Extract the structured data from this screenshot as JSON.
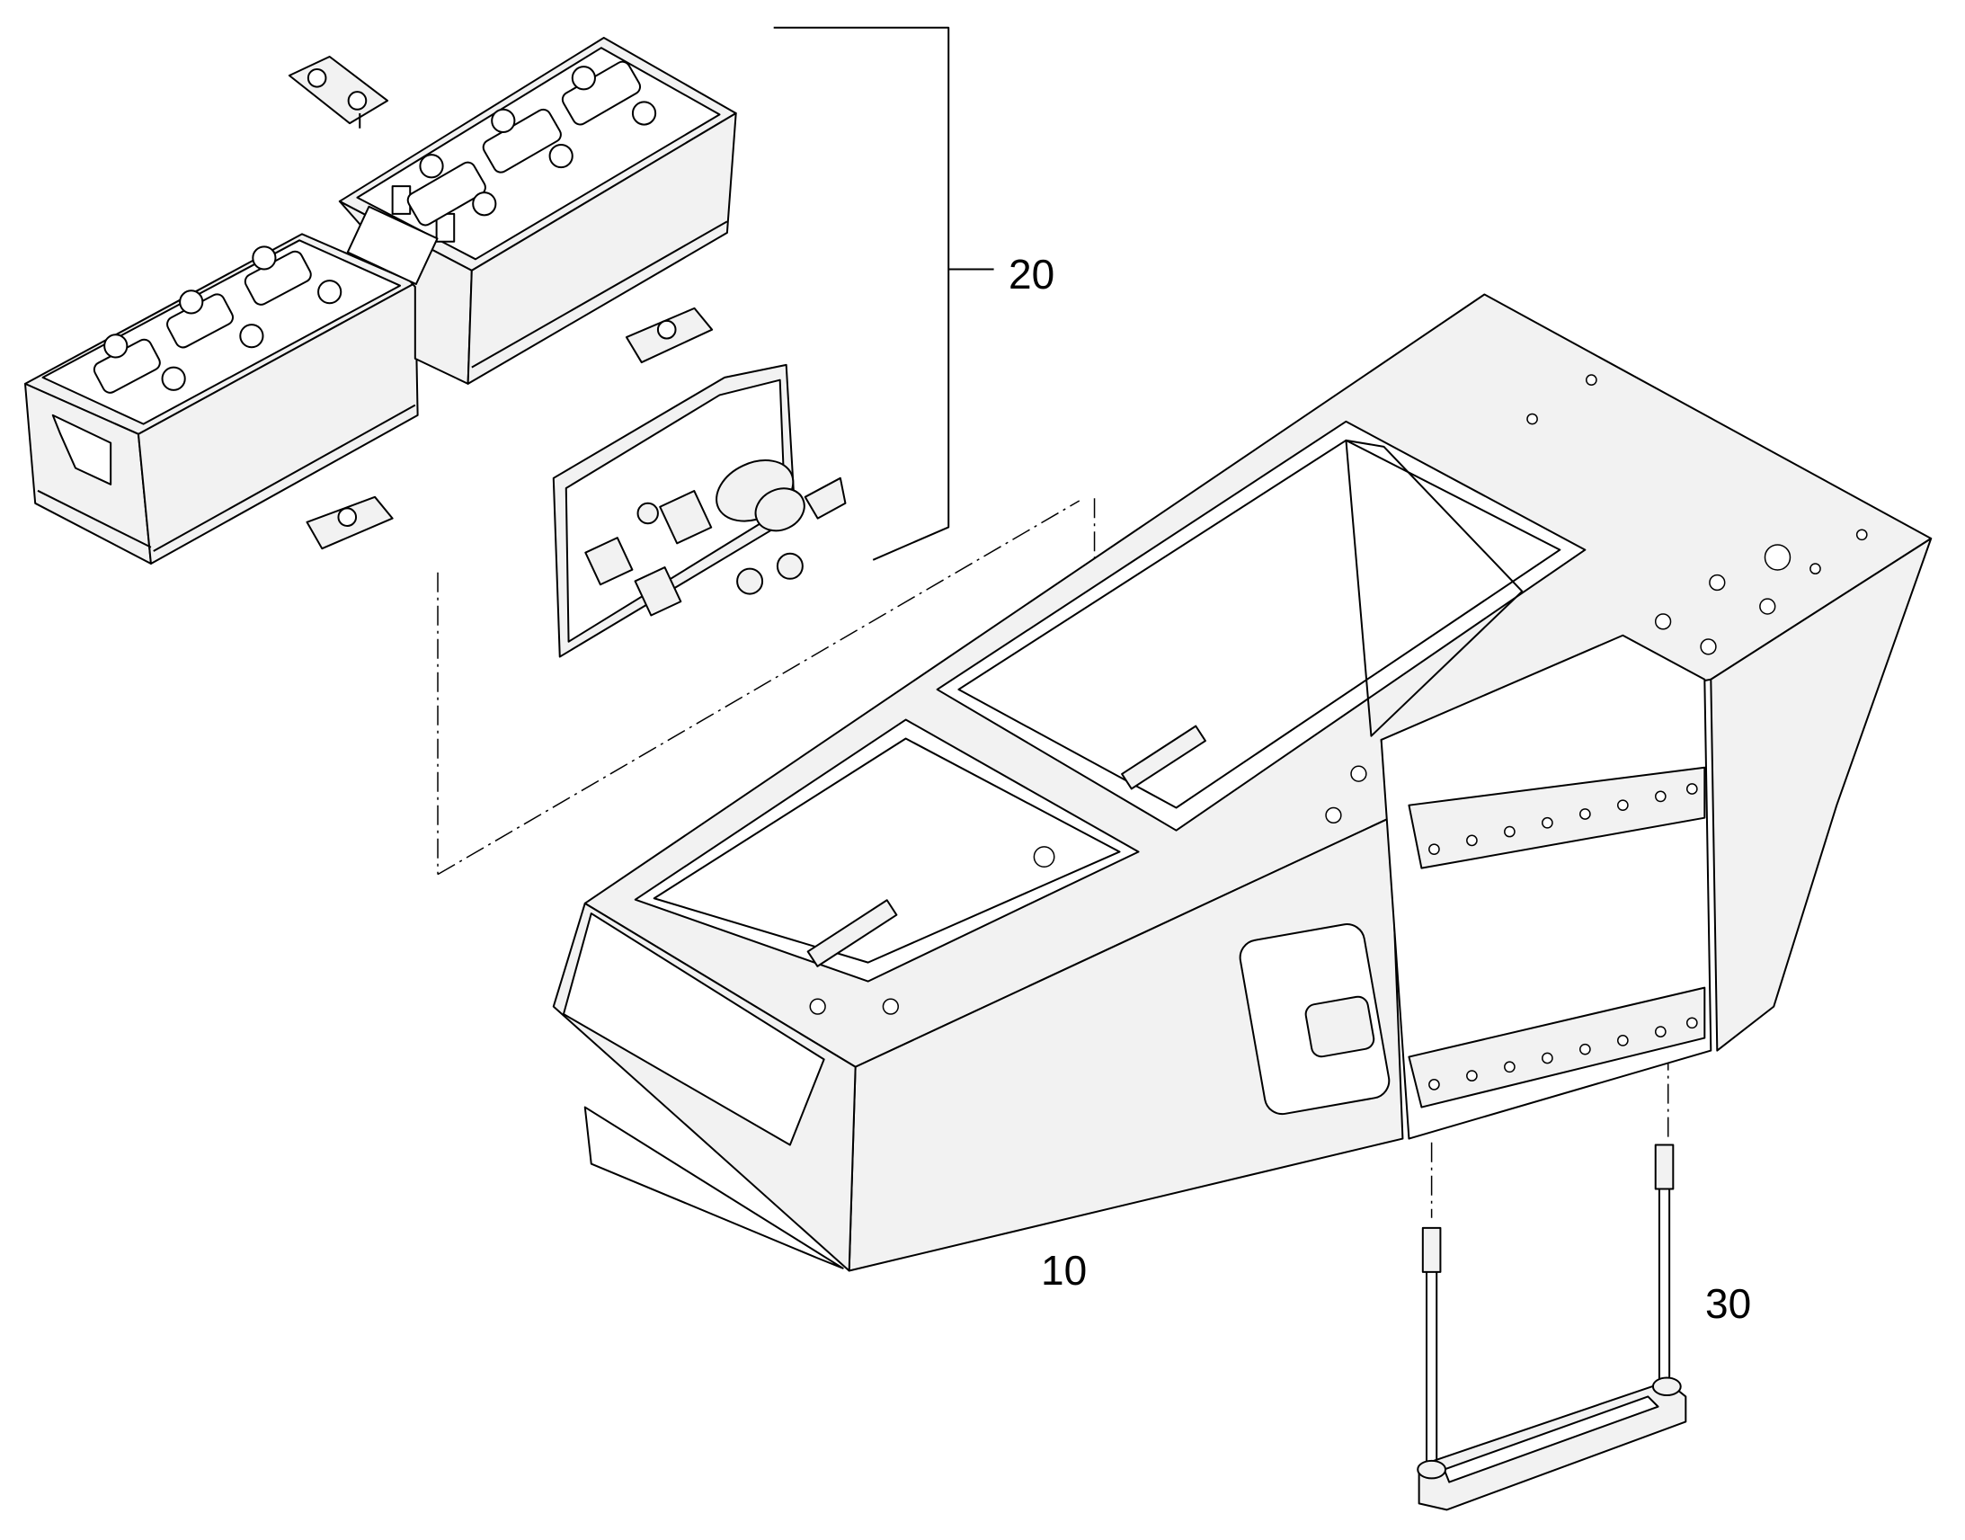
{
  "callouts": {
    "battery_group": "20",
    "console_housing": "10",
    "step_ladder": "30"
  },
  "colors": {
    "line": "#000000",
    "part_fill": "#f2f2f2",
    "background": "#ffffff"
  },
  "icons": [
    "battery-icon",
    "relay-board-icon",
    "clamp-icon",
    "step-ladder-icon"
  ]
}
